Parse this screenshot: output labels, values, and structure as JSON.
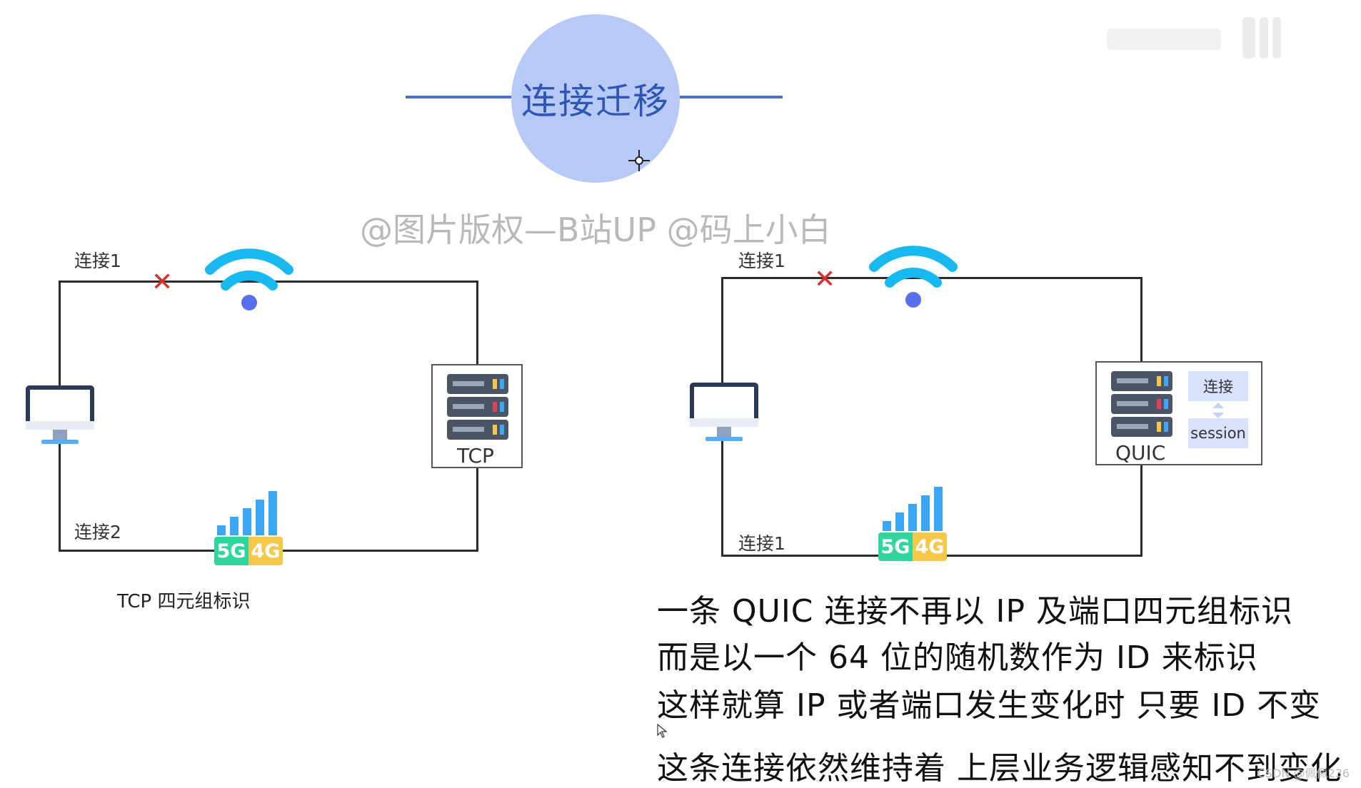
{
  "header": {
    "title": "连接迁移",
    "watermark": "@图片版权—B站UP @码上小白"
  },
  "left_diagram": {
    "top_label": "连接1",
    "bottom_label": "连接2",
    "server_label": "TCP",
    "caption": "TCP 四元组标识",
    "badge_5g": "5G",
    "badge_4g": "4G"
  },
  "right_diagram": {
    "top_label": "连接1",
    "bottom_label": "连接1",
    "server_label": "QUIC",
    "id_top": "连接",
    "id_bottom": "session",
    "badge_5g": "5G",
    "badge_4g": "4G"
  },
  "description": {
    "line1": "一条 QUIC 连接不再以 IP 及端口四元组标识",
    "line2": "而是以一个 64 位的随机数作为 ID 来标识",
    "line3": "这样就算 IP 或者端口发生变化时  只要 ID 不变",
    "line4": "这条连接依然维持着 上层业务逻辑感知不到变化"
  },
  "footer": {
    "credit": "CSDN @佩佩236"
  },
  "colors": {
    "circle": "#b7c9f7",
    "title_text": "#2f56b5",
    "title_line": "#4a73c8",
    "wifi": "#18b8f0",
    "wifi_dot": "#5a6ff0",
    "signal_bars": "#3aa8f5",
    "badge_5g": "#2fd6a0",
    "badge_4g": "#f5c84a",
    "broken_x": "#d9302c"
  },
  "icons": [
    "monitor-icon",
    "wifi-icon",
    "signal-bars-icon",
    "server-icon",
    "crosshair-cursor-icon",
    "pointer-cursor-icon"
  ]
}
